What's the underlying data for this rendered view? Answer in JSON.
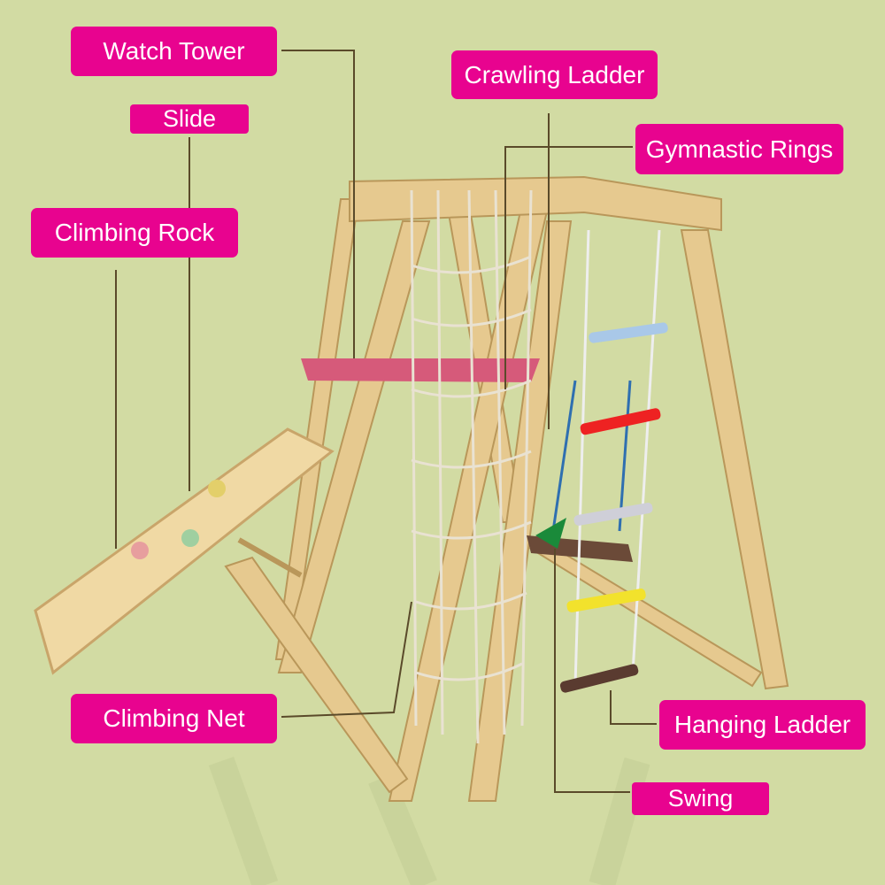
{
  "labels": {
    "watch_tower": "Watch Tower",
    "slide": "Slide",
    "climbing_rock": "Climbing Rock",
    "crawling_ladder": "Crawling Ladder",
    "gymnastic_rings": "Gymnastic Rings",
    "climbing_net": "Climbing Net",
    "hanging_ladder": "Hanging Ladder",
    "swing": "Swing"
  },
  "colors": {
    "background": "#d2dba3",
    "label": "#e8038f",
    "leader_line": "#5a4a2a",
    "wood": "#e6c98f"
  }
}
